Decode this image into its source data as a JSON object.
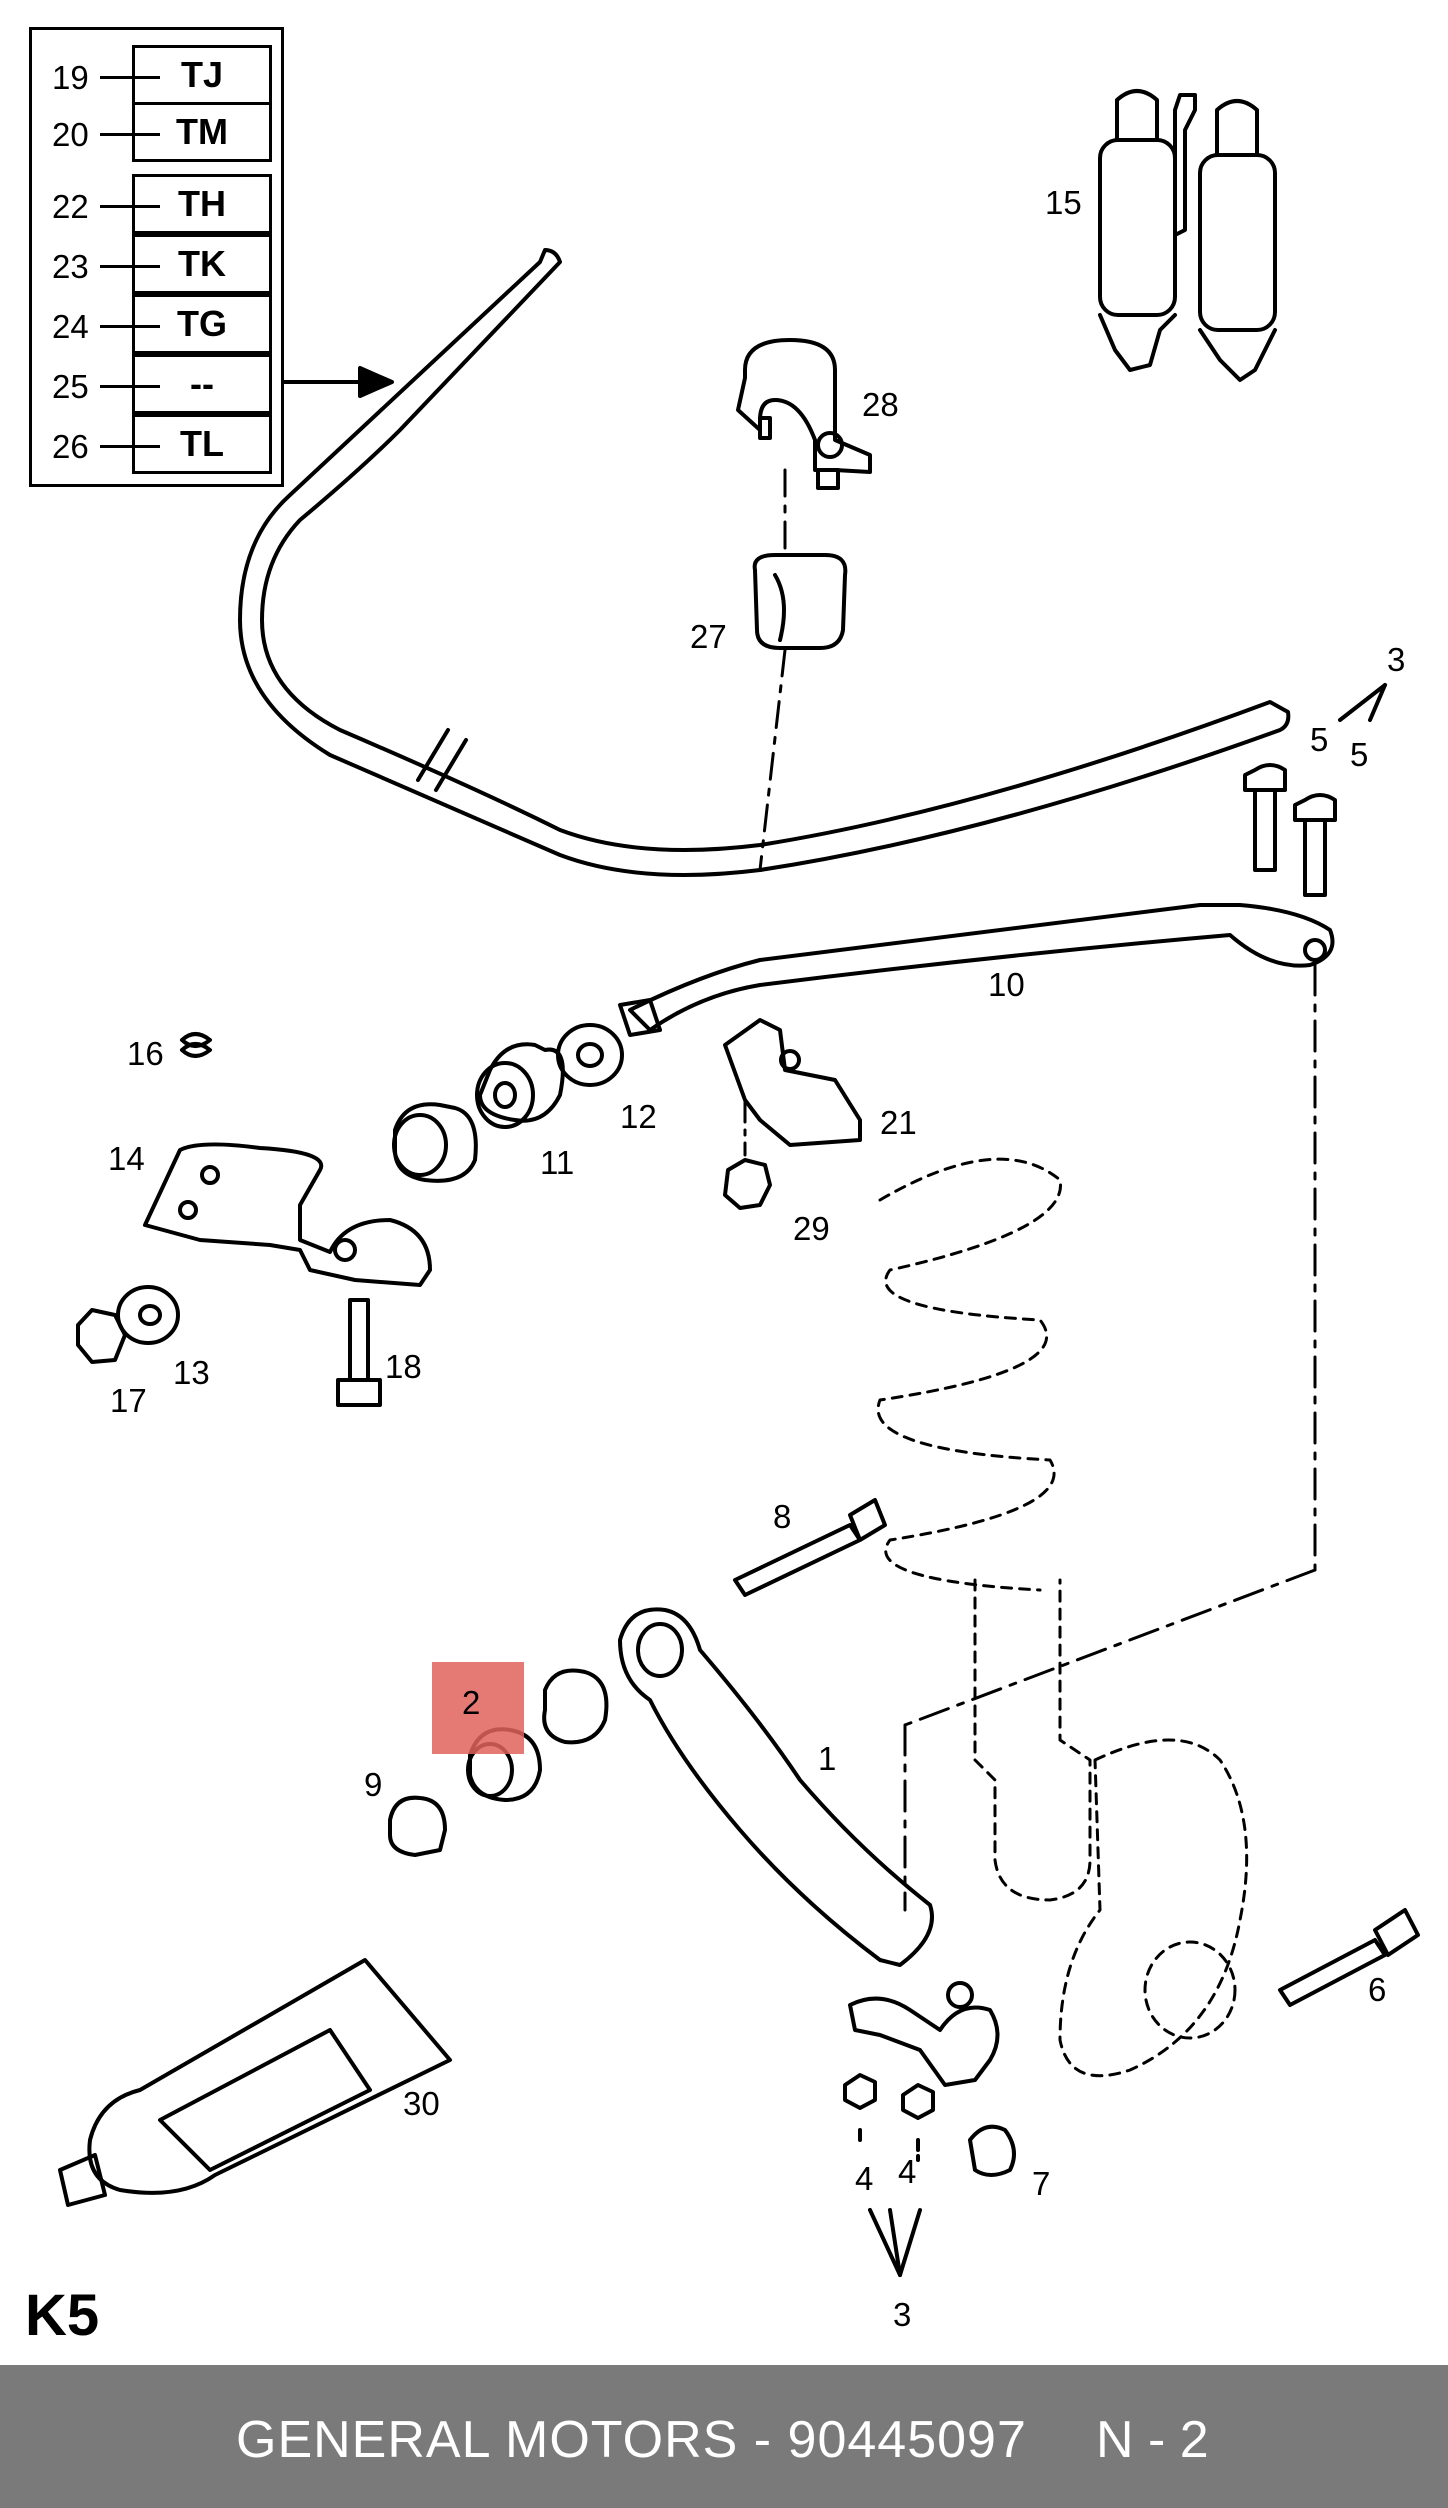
{
  "code_table": [
    {
      "num": "19",
      "code": "TJ"
    },
    {
      "num": "20",
      "code": "TM"
    },
    {
      "num": "22",
      "code": "TH"
    },
    {
      "num": "23",
      "code": "TK"
    },
    {
      "num": "24",
      "code": "TG"
    },
    {
      "num": "25",
      "code": "--"
    },
    {
      "num": "26",
      "code": "TL"
    }
  ],
  "callouts": {
    "p1": "1",
    "p2": "2",
    "p3a": "3",
    "p3b": "3",
    "p4a": "4",
    "p4b": "4",
    "p5a": "5",
    "p5b": "5",
    "p6": "6",
    "p7": "7",
    "p8": "8",
    "p9": "9",
    "p10": "10",
    "p11": "11",
    "p12": "12",
    "p13": "13",
    "p14": "14",
    "p15": "15",
    "p16": "16",
    "p17": "17",
    "p18": "18",
    "p21": "21",
    "p27": "27",
    "p28": "28",
    "p29": "29",
    "p30": "30"
  },
  "page_ref": "K5",
  "footer": {
    "text": "GENERAL MOTORS - 90445097",
    "page": "N - 2"
  },
  "colors": {
    "highlight": "#e0615a",
    "footer_bg": "#7a7a7a",
    "footer_text": "#ffffff",
    "line": "#000000"
  }
}
